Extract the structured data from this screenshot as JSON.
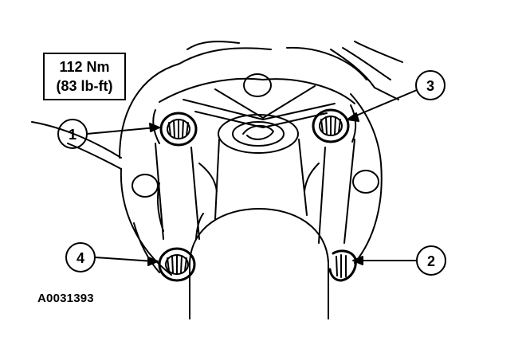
{
  "torque_spec": {
    "metric": "112 Nm",
    "imperial": "(83 lb-ft)"
  },
  "figure_id": "A0031393",
  "callouts": [
    "1",
    "2",
    "3",
    "4"
  ],
  "icon": "axle-flange-bolt-pattern",
  "colors": {
    "line": "#000000",
    "background": "#ffffff"
  }
}
